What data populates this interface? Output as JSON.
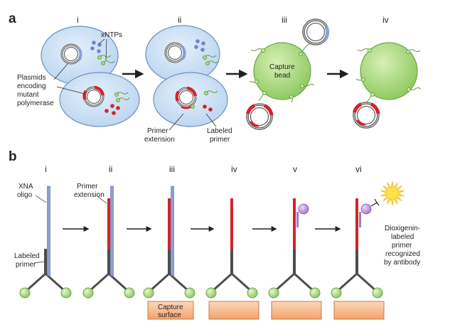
{
  "panel_a": {
    "letter": "a",
    "steps": [
      "i",
      "ii",
      "iii",
      "iv"
    ],
    "labels": {
      "xntps": "xNTPs",
      "plasmids_1": "Plasmids",
      "plasmids_2": "encoding",
      "plasmids_3": "mutant",
      "plasmids_4": "polymerase",
      "primer_ext_1": "Primer",
      "primer_ext_2": "extension",
      "labeled_primer_1": "Labeled",
      "labeled_primer_2": "primer",
      "capture_1": "Capture",
      "capture_2": "bead"
    }
  },
  "panel_b": {
    "letter": "b",
    "steps": [
      "i",
      "ii",
      "iii",
      "iv",
      "v",
      "vi"
    ],
    "labels": {
      "xna_1": "XNA",
      "xna_2": "oligo",
      "primer_ext_1": "Primer",
      "primer_ext_2": "extension",
      "labeled_primer_1": "Labeled",
      "labeled_primer_2": "primer",
      "capture_surface_1": "Capture",
      "capture_surface_2": "surface",
      "dig_1": "Dioxigenin-",
      "dig_2": "labeled",
      "dig_3": "primer",
      "dig_4": "recognized",
      "dig_5": "by antibody"
    }
  },
  "colors": {
    "cell_fill": "#cfe3f5",
    "cell_stroke": "#5c7fa8",
    "bead_fill": "#a8d879",
    "bead_stroke": "#5e9a3a",
    "xna_blue": "#8c9fd2",
    "red": "#d3232c",
    "dark": "#4d4d4d",
    "surface": "#f7b98a",
    "antibody": "#b48cd2",
    "star": "#ffe14a"
  }
}
